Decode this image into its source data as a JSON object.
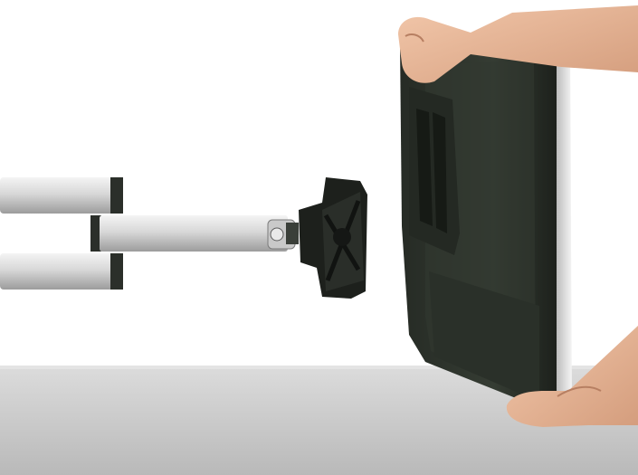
{
  "scene": {
    "description_visible_text": [],
    "colors": {
      "background": "#ffffff",
      "desk": "#c9c9c9",
      "desk_edge": "#d6d6d6",
      "arm_silver": "#dcdcdc",
      "arm_cap": "#2b2f2a",
      "mount_plate": "#1c1f1b",
      "monitor_back": "#2e342c",
      "monitor_bezel": "#e9e9e9",
      "skin": "#e8b89a"
    },
    "icons": [
      "monitor-arm",
      "vesa-mount-plate",
      "monitor-back",
      "hands"
    ]
  }
}
